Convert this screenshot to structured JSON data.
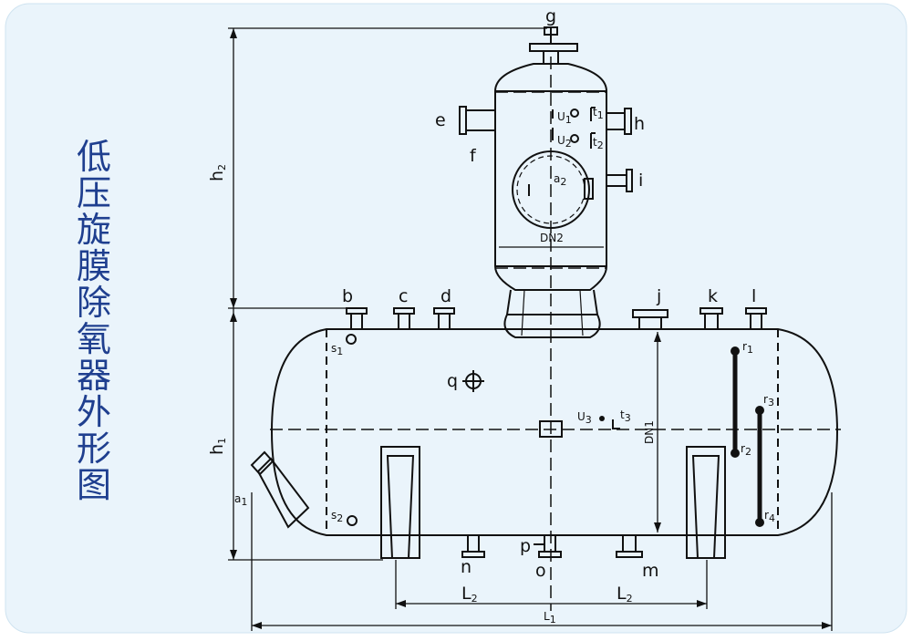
{
  "title_chars": [
    "低",
    "压",
    "旋",
    "膜",
    "除",
    "氧",
    "器",
    "外",
    "形",
    "图"
  ],
  "colors": {
    "background": "#eaf4fb",
    "title": "#1f3f8f",
    "line": "#111111"
  },
  "labels": {
    "g": "g",
    "e": "e",
    "f": "f",
    "h": "h",
    "i": "i",
    "b": "b",
    "c": "c",
    "d": "d",
    "j": "j",
    "k": "k",
    "l": "l",
    "q": "q",
    "n": "n",
    "o": "o",
    "p": "p",
    "m": "m",
    "u1": "U",
    "u1_sub": "1",
    "t1": "t",
    "t1_sub": "1",
    "u2": "U",
    "u2_sub": "2",
    "t2": "t",
    "t2_sub": "2",
    "a2": "a",
    "a2_sub": "2",
    "u3": "U",
    "u3_sub": "3",
    "t3": "t",
    "t3_sub": "3",
    "s1": "s",
    "s1_sub": "1",
    "s2": "s",
    "s2_sub": "2",
    "a1": "a",
    "a1_sub": "1",
    "r1": "r",
    "r1_sub": "1",
    "r2": "r",
    "r2_sub": "2",
    "r3": "r",
    "r3_sub": "3",
    "r4": "r",
    "r4_sub": "4",
    "dn1": "DN1",
    "dn2": "DN2",
    "h1": "h",
    "h1_sub": "1",
    "h2": "h",
    "h2_sub": "2",
    "l1": "L",
    "l1_sub": "1",
    "l2_left": "L",
    "l2_left_sub": "2",
    "l2_right": "L",
    "l2_right_sub": "2"
  }
}
